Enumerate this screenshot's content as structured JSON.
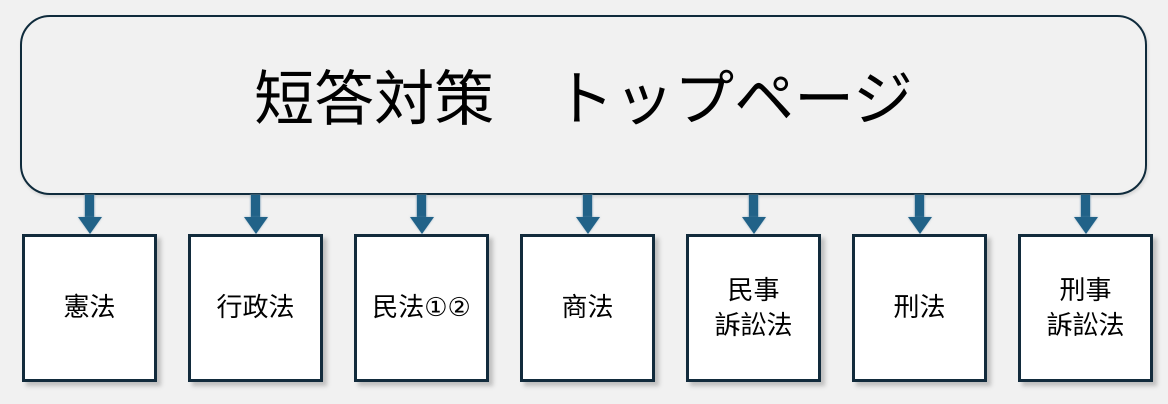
{
  "title_box": {
    "label": "短答対策　トップページ"
  },
  "nodes": [
    {
      "label": "憲法"
    },
    {
      "label": "行政法"
    },
    {
      "label": "民法①②"
    },
    {
      "label": "商法"
    },
    {
      "label": "民事\n訴訟法"
    },
    {
      "label": "刑法"
    },
    {
      "label": "刑事\n訴訟法"
    }
  ],
  "colors": {
    "canvas_bg": "#f1f1f1",
    "outline": "#0f2b3c",
    "arrow": "#216288",
    "node_border": "#122b3c",
    "node_fill": "#ffffff",
    "text": "#000000"
  }
}
